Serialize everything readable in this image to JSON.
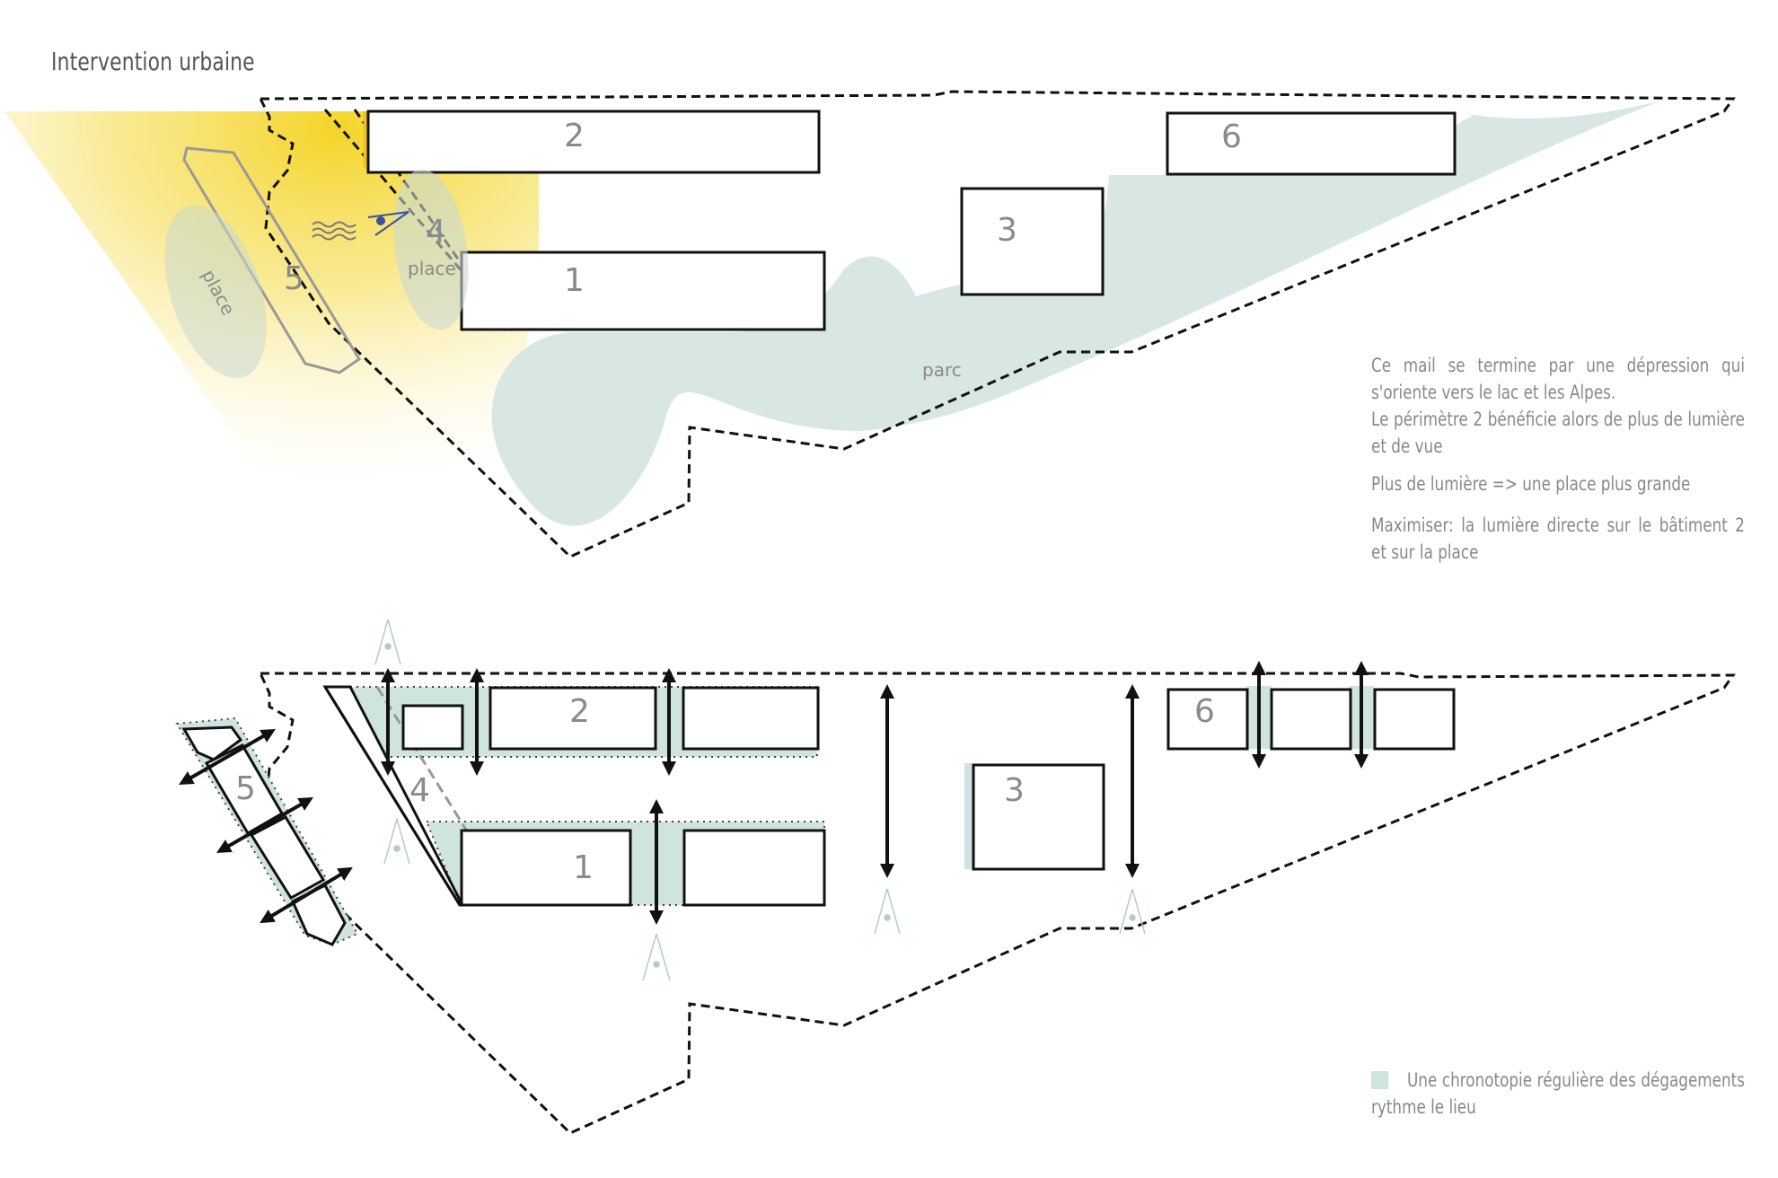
{
  "title": "Intervention urbaine",
  "top_plan": {
    "buildings": [
      "2",
      "6",
      "3",
      "1",
      "5",
      "4"
    ],
    "labels": {
      "place_left": "place",
      "place_right": "place",
      "parc": "parc"
    },
    "notes": [
      "Ce mail se termine par une dépression qui s'oriente vers le lac et les Alpes.",
      "Le périmètre 2 bénéficie alors de plus de lumière et de vue",
      "Plus de lumière => une place plus grande",
      "Maximiser: la lumière directe sur le bâtiment 2 et sur la place"
    ]
  },
  "bottom_plan": {
    "buildings": [
      "2",
      "6",
      "3",
      "1",
      "5",
      "4"
    ],
    "legend": "Une chronotopie régulière des dégagements rythme le lieu"
  },
  "colors": {
    "light": "#f4d21c",
    "park": "#d4e4e0",
    "line": "#111111"
  }
}
